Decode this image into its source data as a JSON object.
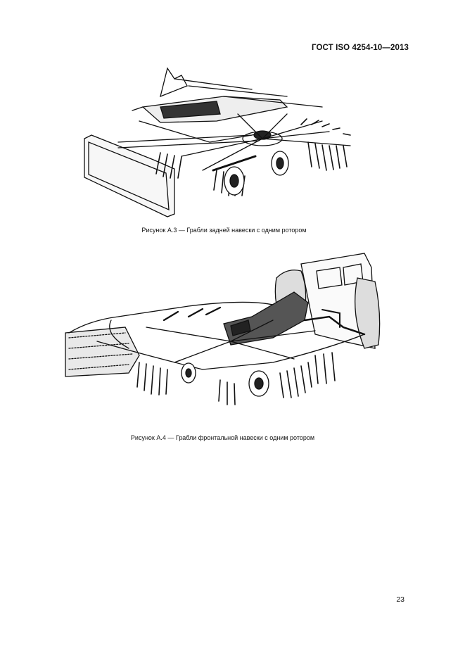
{
  "header": {
    "standard": "ГОСТ ISO 4254-10—2013"
  },
  "figures": [
    {
      "caption": "Рисунок А.3 — Грабли задней навески с одним ротором",
      "illustration": "single-rotor-rake-rear-mounted"
    },
    {
      "caption": "Рисунок А.4 — Грабли фронтальной навески с одним ротором",
      "illustration": "single-rotor-rake-front-mounted"
    }
  ],
  "footer": {
    "page_number": "23"
  }
}
